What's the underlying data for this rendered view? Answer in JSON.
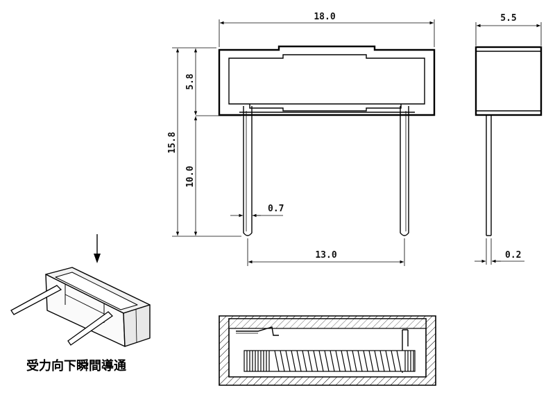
{
  "front_view": {
    "width_label": "18.0",
    "body_height_label": "5.8",
    "total_height_label": "15.8",
    "lead_length_label": "10.0",
    "lead_diameter_label": "0.7",
    "lead_spacing_label": "13.0"
  },
  "side_view": {
    "depth_label": "5.5",
    "lead_thickness_label": "0.2"
  },
  "isometric": {
    "caption": "受力向下瞬間導通"
  }
}
